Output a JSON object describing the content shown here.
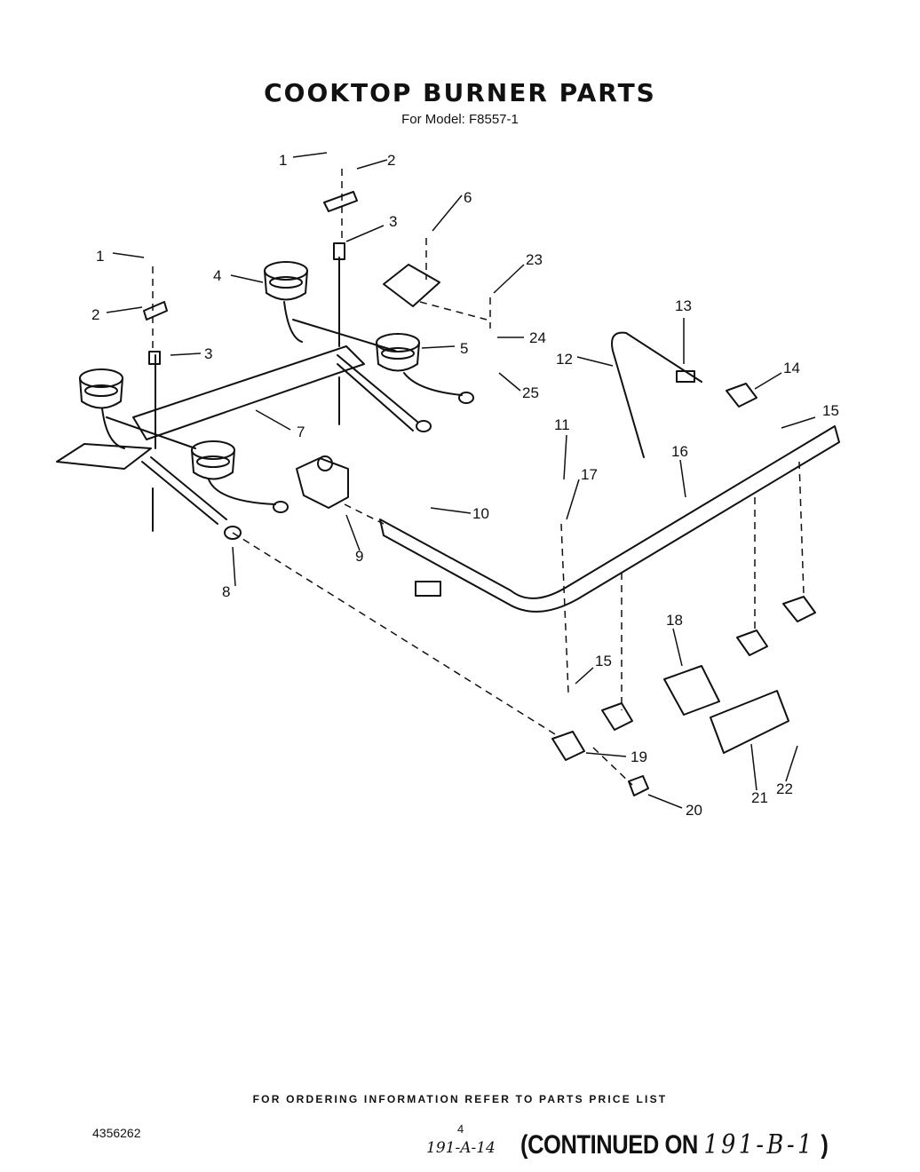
{
  "header": {
    "title": "COOKTOP BURNER PARTS",
    "subtitle": "For Model: F8557-1"
  },
  "callouts": [
    "1",
    "2",
    "3",
    "4",
    "5",
    "6",
    "7",
    "8",
    "9",
    "10",
    "11",
    "12",
    "13",
    "14",
    "15",
    "16",
    "17",
    "18",
    "19",
    "20",
    "21",
    "22",
    "23",
    "24",
    "25"
  ],
  "footer": {
    "ordering_note": "FOR ORDERING INFORMATION REFER TO PARTS PRICE LIST",
    "document_number": "4356262",
    "page_number": "4",
    "handwritten_ref": "191-A-14",
    "continued_prefix": "(CONTINUED ON",
    "continued_ref": "191-B-1",
    "continued_suffix": ")"
  }
}
